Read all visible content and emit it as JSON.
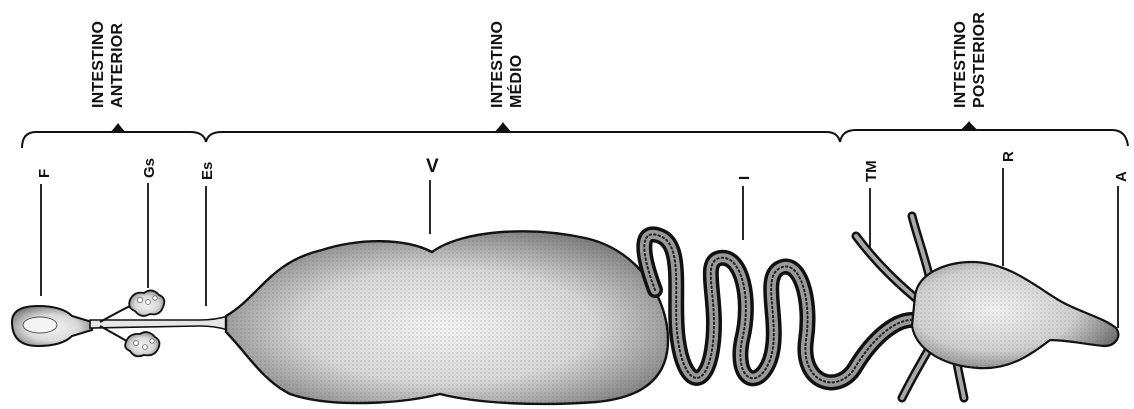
{
  "regions": [
    {
      "line1": "INTESTINO",
      "line2": "ANTERIOR"
    },
    {
      "line1": "INTESTINO",
      "line2": "MÉDIO"
    },
    {
      "line1": "INTESTINO",
      "line2": "POSTERIOR"
    }
  ],
  "parts": {
    "F": "F",
    "Gs": "Gs",
    "Es": "Es",
    "V": "V",
    "I": "I",
    "TM": "TM",
    "R": "R",
    "A": "A"
  },
  "colors": {
    "ink": "#111111",
    "fill": "#c9c9c9",
    "fill_light": "#ededed",
    "background": "#ffffff"
  }
}
